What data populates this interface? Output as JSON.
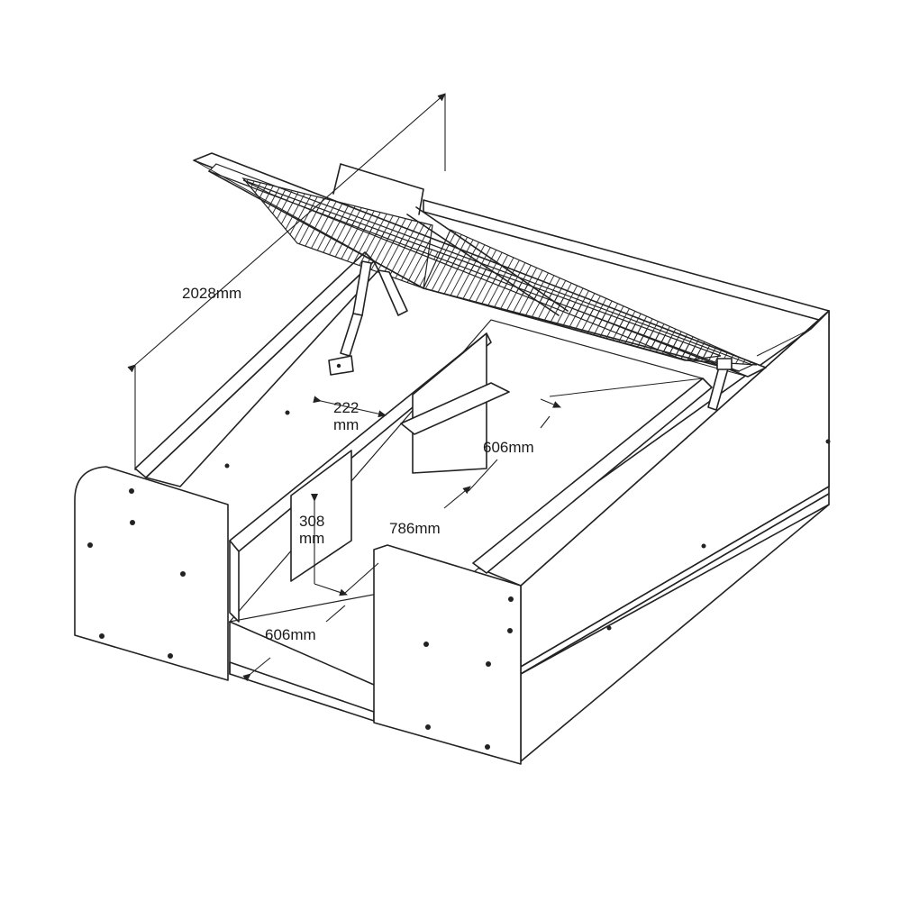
{
  "dimensions": {
    "length": "2028mm",
    "inner_width_line1": "222",
    "inner_width_line2": "mm",
    "drawer_depth_rear": "606mm",
    "drawer_width": "786mm",
    "drawer_height_line1": "308",
    "drawer_height_line2": "mm",
    "drawer_depth_front": "606mm"
  }
}
